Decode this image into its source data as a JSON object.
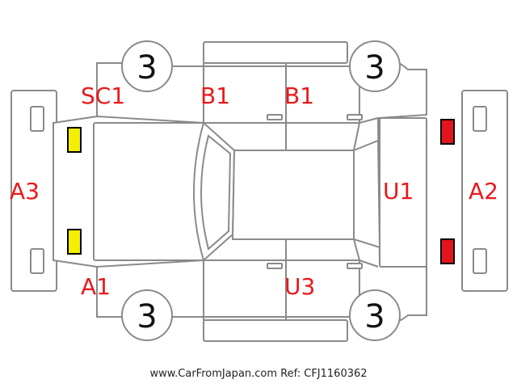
{
  "colors": {
    "damage_code": "#e8191c",
    "outline": "#8a8a8a",
    "light_front": "#f2ef00",
    "light_rear": "#e3141c",
    "light_border": "#000000"
  },
  "codes": {
    "sc1": "SC1",
    "b1_left": "B1",
    "b1_right": "B1",
    "a3": "A3",
    "a1": "A1",
    "u1": "U1",
    "a2": "A2",
    "u3": "U3"
  },
  "wheels": {
    "front_top": "3",
    "rear_top": "3",
    "front_bottom": "3",
    "rear_bottom": "3"
  },
  "footer": "www.CarFromJapan.com Ref: CFJ1160362"
}
